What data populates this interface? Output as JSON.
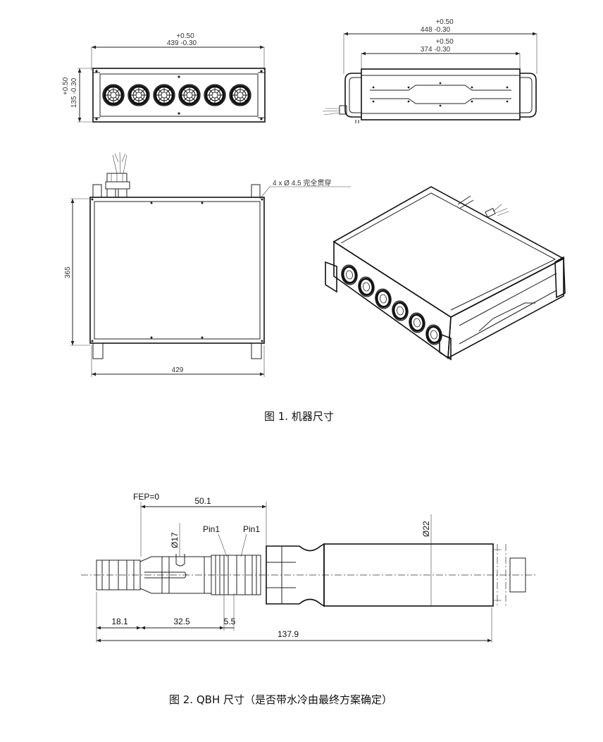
{
  "front_view": {
    "width_dim": "439",
    "width_tol_upper": "+0.50",
    "width_tol_lower": "-0.30",
    "height_dim": "135",
    "height_tol_upper": "+0.50",
    "height_tol_lower": "-0.30"
  },
  "side_view": {
    "outer_dim": "448",
    "outer_tol_upper": "+0.50",
    "outer_tol_lower": "-0.30",
    "inner_dim": "374",
    "inner_tol_upper": "+0.50",
    "inner_tol_lower": "-0.30"
  },
  "top_view": {
    "hole_note": "4 x Ø 4.5 完全贯穿",
    "depth_dim": "365",
    "width_dim": "429"
  },
  "caption1": "图 1. 机器尺寸",
  "qbh": {
    "fep_label": "FEP=0",
    "dim_50_1": "50.1",
    "dia_17": "Ø17",
    "pin1_a": "Pin1",
    "pin1_b": "Pin1",
    "dia_22": "Ø22",
    "dim_18_1": "18.1",
    "dim_32_5": "32.5",
    "dim_5_5": "5.5",
    "dim_137_9": "137.9"
  },
  "caption2": "图 2. QBH 尺寸（是否带水冷由最终方案确定）"
}
